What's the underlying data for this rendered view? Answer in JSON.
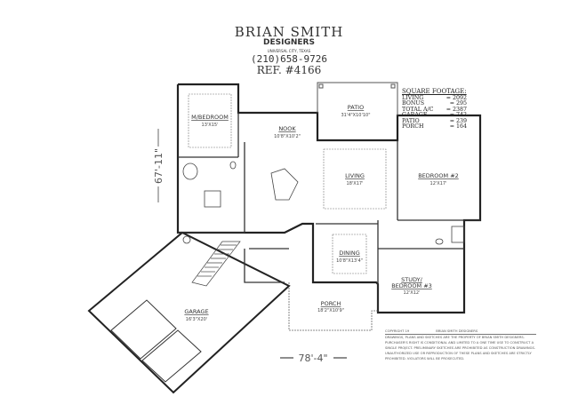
{
  "title_block": {
    "company": "BRIAN SMITH",
    "subtitle": "DESIGNERS",
    "location": "UNIVERSAL CITY, TEXAS",
    "phone": "(210)658-9726",
    "reference": "REF. #4166"
  },
  "square_footage": {
    "heading": "SQUARE FOOTAGE:",
    "rows": [
      {
        "label": "LIVING",
        "value": "= 2092"
      },
      {
        "label": "BONUS",
        "value": "= 295"
      },
      {
        "label": "TOTAL A/C",
        "value": "= 2387"
      },
      {
        "label": "GARAGE",
        "value": "= 742"
      },
      {
        "label": "PATIO",
        "value": "= 239"
      },
      {
        "label": "PORCH",
        "value": "= 164"
      }
    ]
  },
  "rooms": {
    "master": {
      "name": "M/BEDROOM",
      "size": "13'X15'"
    },
    "nook": {
      "name": "NOOK",
      "size": "10'8\"X10'2\""
    },
    "patio": {
      "name": "PATIO",
      "size": "31'4\"X10'10\""
    },
    "living": {
      "name": "LIVING",
      "size": "18'X17'"
    },
    "bedroom2": {
      "name": "BEDROOM #2",
      "size": "12'X17'"
    },
    "dining": {
      "name": "DINING",
      "size": "10'8\"X13'4\""
    },
    "study_line1": "STUDY/",
    "study_line2": "BEDROOM #3",
    "study_size": "12'X12'",
    "porch": {
      "name": "PORCH",
      "size": "18'2\"X10'9\""
    },
    "garage": {
      "name": "GARAGE",
      "size": "16'3\"X20'"
    }
  },
  "dimensions": {
    "depth": "67'-11\"",
    "width": "78'-4\""
  },
  "copyright": {
    "line": "COPYRIGHT 19",
    "owner": "BRIAN SMITH DESIGNERS",
    "notice": "DRAWINGS, PLANS AND SKETCHES ARE THE PROPERTY OF BRIAN SMITH DESIGNERS. PURCHASER'S RIGHT IS CONDITIONAL AND LIMITED TO A ONE TIME USE TO CONSTRUCT A SINGLE PROJECT. PRELIMINARY SKETCHES ARE PROHIBITED AS CONSTRUCTION DRAWINGS. UNAUTHORIZED USE OR REPRODUCTION OF THESE PLANS AND SKETCHES ARE STRICTLY PROHIBITED. VIOLATORS WILL BE PROSECUTED."
  }
}
